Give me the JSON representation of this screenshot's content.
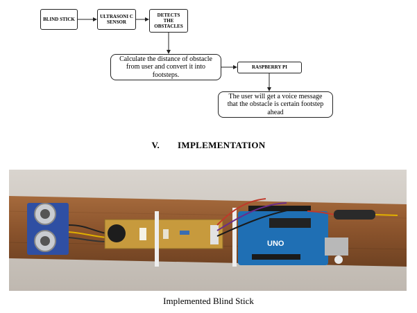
{
  "flowchart": {
    "blind_stick": "BLIND STICK",
    "ultrasonic_sensor": "ULTRASONI C SENSOR",
    "detects": "DETECTS THE OBSTACLES",
    "calculate": "Calculate the distance of obstacle from user and convert it into footsteps.",
    "raspberry_pi": "RASPBERRY PI",
    "voice_message": "The user will get a voice message that the obstacle is certain footstep ahead"
  },
  "section": {
    "number": "V.",
    "title": "IMPLEMENTATION"
  },
  "figure": {
    "board_label": "UNO",
    "caption": "Implemented Blind Stick"
  }
}
